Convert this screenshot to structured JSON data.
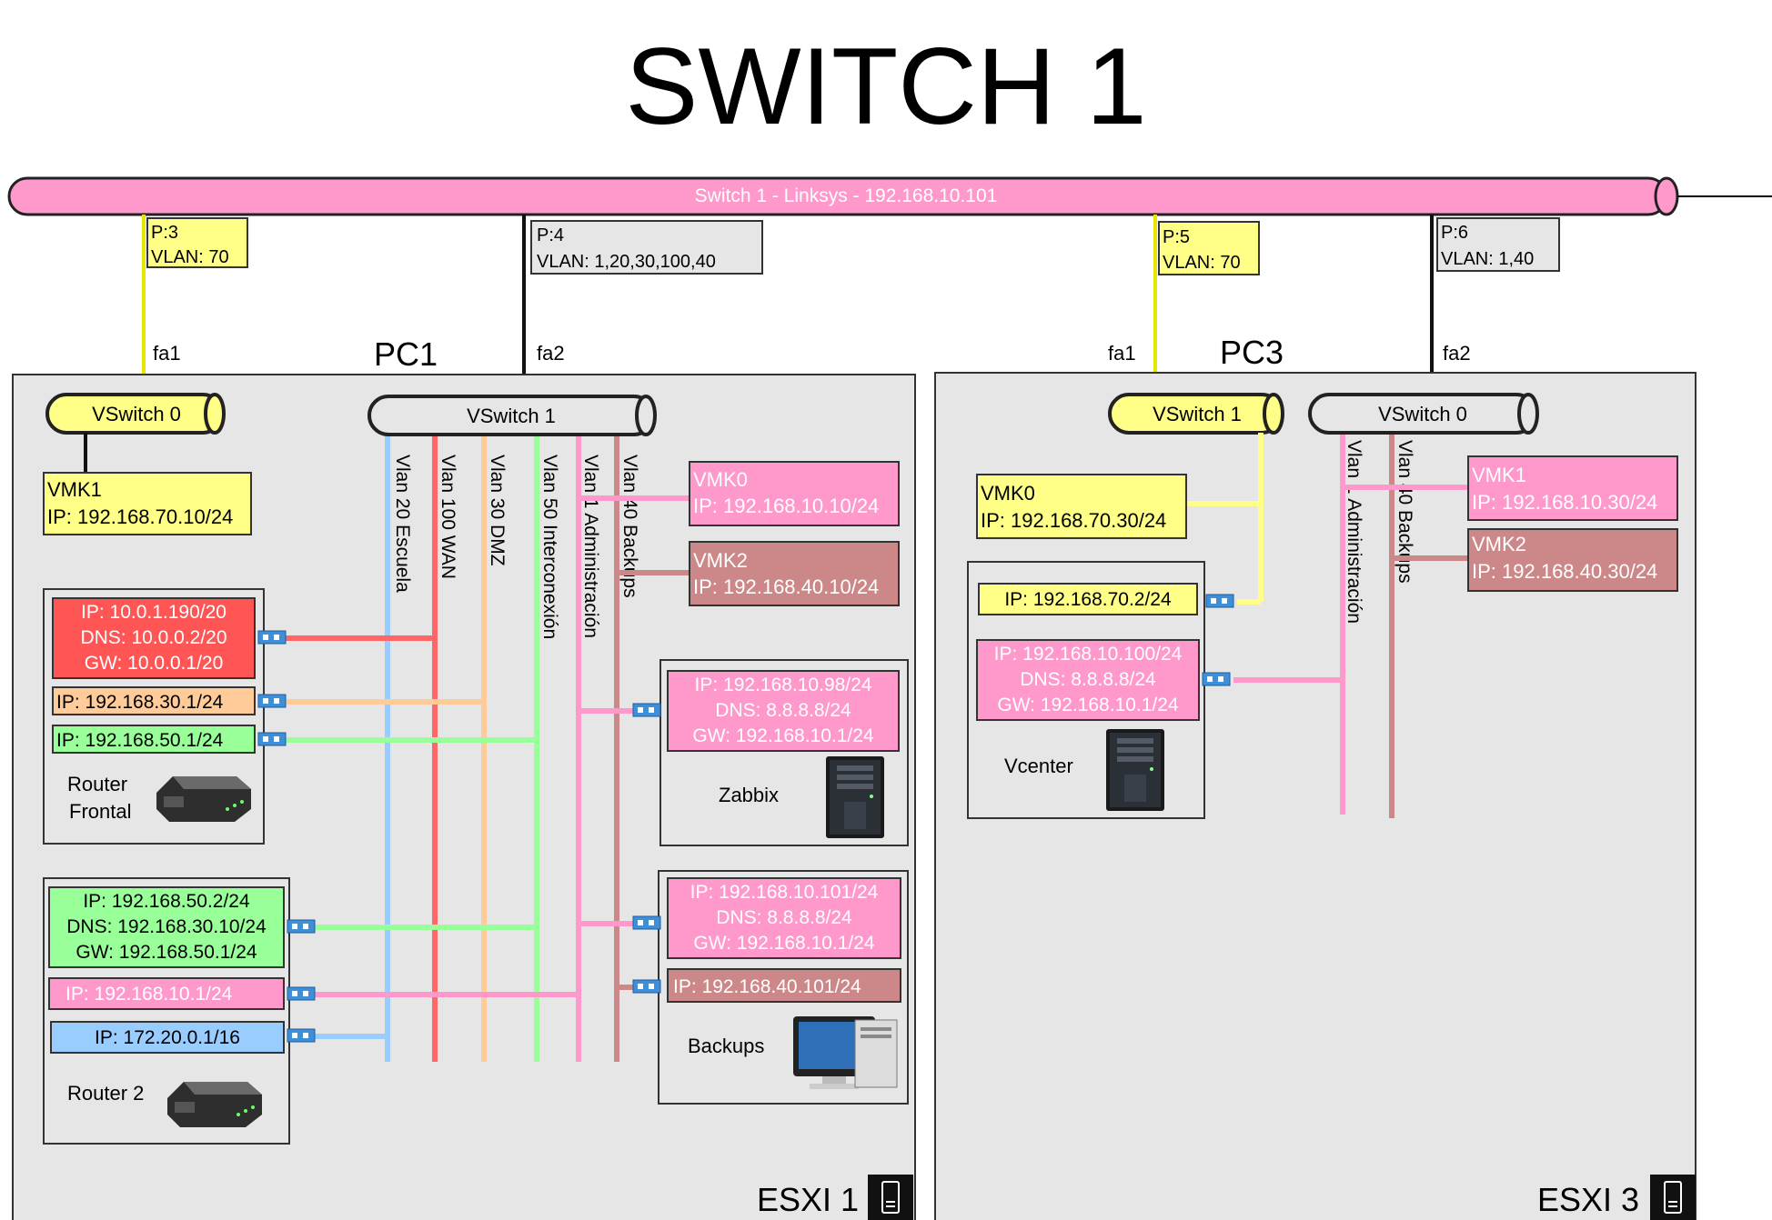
{
  "title": "SWITCH 1",
  "switch": {
    "label": "Switch 1 - Linksys - 192.168.10.101",
    "ports": [
      {
        "p": "P:3",
        "vlan": "VLAN: 70"
      },
      {
        "p": "P:4",
        "vlan": "VLAN: 1,20,30,100,40"
      },
      {
        "p": "P:5",
        "vlan": "VLAN: 70"
      },
      {
        "p": "P:6",
        "vlan": "VLAN: 1,40"
      }
    ]
  },
  "colors": {
    "switch_pink": "#ff99cc",
    "yellow": "#ffff88",
    "vlan20": "#99ccff",
    "vlan100": "#ff6666",
    "vlan30": "#ffcc99",
    "vlan50": "#99ff99",
    "vlan1": "#ff99cc",
    "vlan40": "#cc8888",
    "panel": "#e6e6e6",
    "nic": "#3d8fd9"
  },
  "pc1": {
    "name": "PC1",
    "host": "ESXI 1",
    "nic1": "fa1",
    "nic2": "fa2",
    "vswitch0": "VSwitch 0",
    "vswitch1": "VSwitch 1",
    "vmk1": {
      "l1": "VMK1",
      "l2": "IP: 192.168.70.10/24"
    },
    "vmk0": {
      "l1": "VMK0",
      "l2": "IP: 192.168.10.10/24"
    },
    "vmk2": {
      "l1": "VMK2",
      "l2": "IP: 192.168.40.10/24"
    },
    "vlans": [
      "Vlan 20 Escuela",
      "Vlan 100 WAN",
      "Vlan 30 DMZ",
      "Vlan 50 Interconexión",
      "Vlan 1 Administración",
      "Vlan 40 Backups"
    ],
    "router_frontal": {
      "wan": [
        "IP: 10.0.1.190/20",
        "DNS: 10.0.0.2/20",
        "GW: 10.0.0.1/20"
      ],
      "dmz": "IP: 192.168.30.1/24",
      "inter": "IP: 192.168.50.1/24",
      "name1": "Router",
      "name2": "Frontal"
    },
    "router2": {
      "inter": [
        "IP: 192.168.50.2/24",
        "DNS: 192.168.30.10/24",
        "GW: 192.168.50.1/24"
      ],
      "admin": "IP: 192.168.10.1/24",
      "escuela": "IP: 172.20.0.1/16",
      "name": "Router 2"
    },
    "zabbix": {
      "lines": [
        "IP: 192.168.10.98/24",
        "DNS: 8.8.8.8/24",
        "GW: 192.168.10.1/24"
      ],
      "name": "Zabbix"
    },
    "backups": {
      "lines": [
        "IP: 192.168.10.101/24",
        "DNS: 8.8.8.8/24",
        "GW: 192.168.10.1/24"
      ],
      "backup_ip": "IP: 192.168.40.101/24",
      "name": "Backups"
    }
  },
  "pc3": {
    "name": "PC3",
    "host": "ESXI 3",
    "nic1": "fa1",
    "nic2": "fa2",
    "vswitch1": "VSwitch 1",
    "vswitch0": "VSwitch 0",
    "vmk0": {
      "l1": "VMK0",
      "l2": "IP: 192.168.70.30/24"
    },
    "vmk1": {
      "l1": "VMK1",
      "l2": "IP: 192.168.10.30/24"
    },
    "vmk2": {
      "l1": "VMK2",
      "l2": "IP: 192.168.40.30/24"
    },
    "vlans": [
      "Vlan 1 Administración",
      "Vlan 40 Backups"
    ],
    "vcenter": {
      "ip70": "IP: 192.168.70.2/24",
      "lines": [
        "IP: 192.168.10.100/24",
        "DNS: 8.8.8.8/24",
        "GW: 192.168.10.1/24"
      ],
      "name": "Vcenter"
    }
  }
}
